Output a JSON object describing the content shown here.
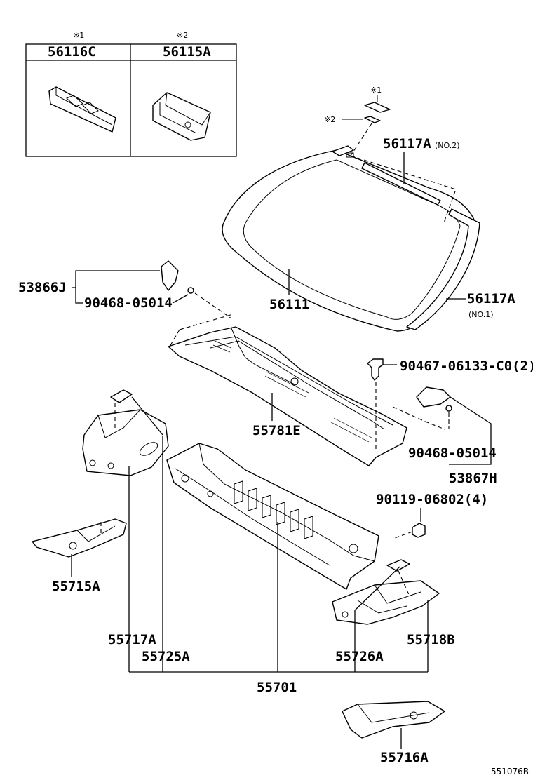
{
  "inset_table": {
    "col1": {
      "marker": "※1",
      "part": "56116C"
    },
    "col2": {
      "marker": "※2",
      "part": "56115A"
    }
  },
  "callouts": {
    "marker1": "※1",
    "marker2": "※2",
    "p56117A_no2": "56117A",
    "p56117A_no2_note": "(NO.2)",
    "p56111": "56111",
    "p56117A_no1": "56117A",
    "p56117A_no1_note": "(NO.1)",
    "p53866J": "53866J",
    "p90468_a": "90468-05014",
    "p90467": "90467-06133-C0(2)",
    "p55781E": "55781E",
    "p90468_b": "90468-05014",
    "p53867H": "53867H",
    "p90119": "90119-06802(4)",
    "p55715A": "55715A",
    "p55717A": "55717A",
    "p55725A": "55725A",
    "p55726A": "55726A",
    "p55718B": "55718B",
    "p55701": "55701",
    "p55716A": "55716A"
  },
  "figure_ref": "551076B"
}
